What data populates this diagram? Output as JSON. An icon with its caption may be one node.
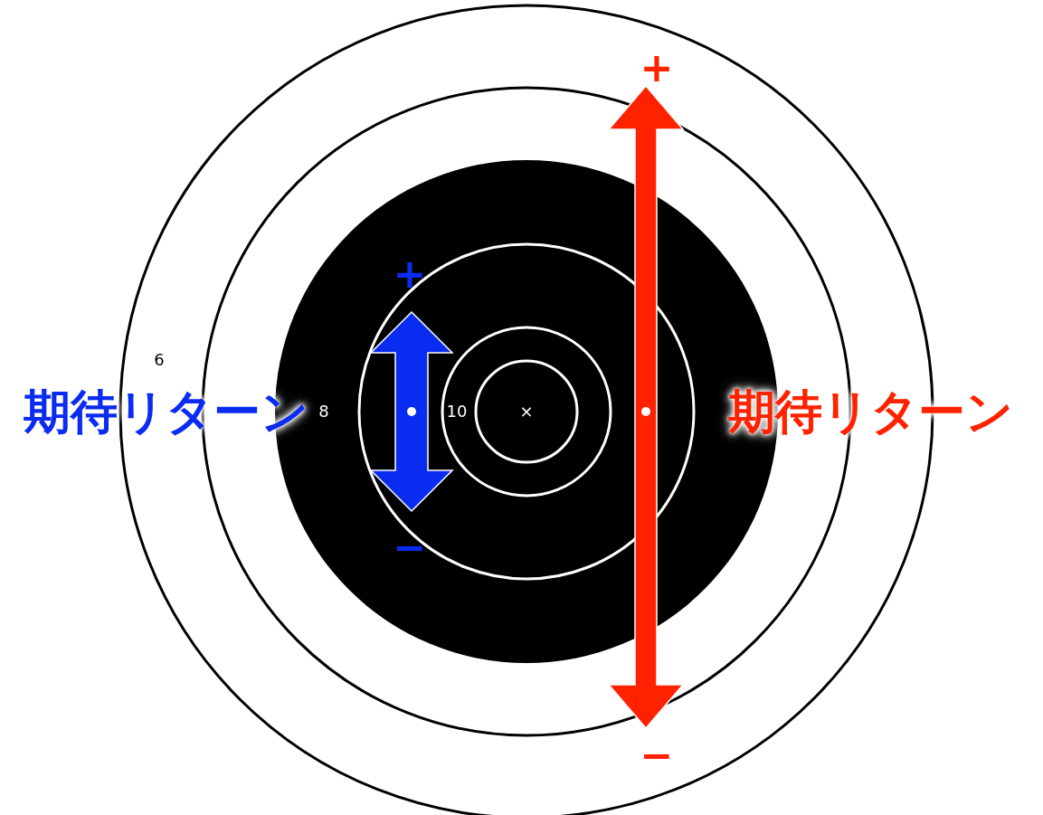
{
  "diagram": {
    "labels": [
      "+",
      "+",
      "期待リターン",
      "6",
      "8",
      "10",
      "×",
      "期待リターン",
      "−",
      "−"
    ]
  }
}
